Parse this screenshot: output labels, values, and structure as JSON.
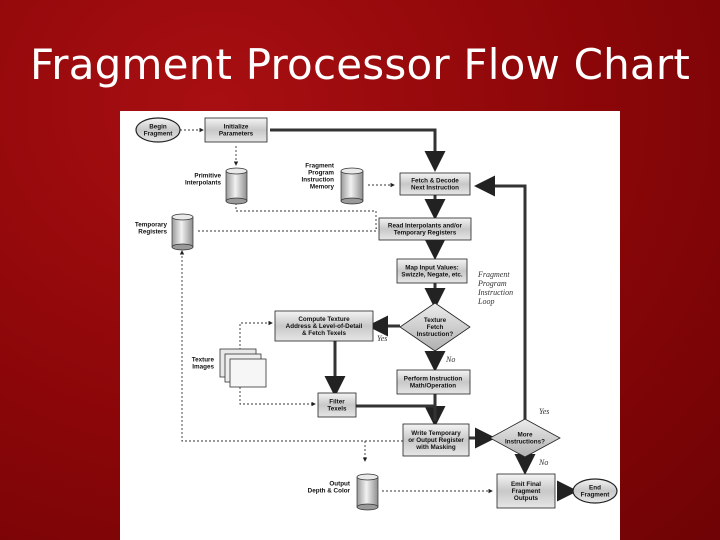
{
  "slide": {
    "title": "Fragment Processor Flow Chart"
  },
  "nodes": {
    "begin": "Begin|Fragment",
    "end": "End|Fragment",
    "initialize": "Initialize|Parameters",
    "primitive": "Primitive|Interpolants",
    "temporary": "Temporary|Registers",
    "program_memory": "Fragment|Program|Instruction|Memory",
    "fetch": "Fetch & Decode|Next Instruction",
    "read": "Read Interpolants and/or|Temporary Registers",
    "map": "Map Input Values:|Swizzle, Negate, etc.",
    "texture_fetch": "Texture|Fetch|Instruction?",
    "compute": "Compute Texture|Address & Level-of-Detail|& Fetch Texels",
    "texture_images": "Texture|Images",
    "filter": "Filter|Texels",
    "perform": "Perform Instruction|Math/Operation",
    "write": "Write Temporary|or Output Register|with Masking",
    "more": "More|Instructions?",
    "output": "Output|Depth & Color",
    "emit": "Emit Final|Fragment|Outputs"
  },
  "annotations": {
    "loop": "Fragment|Program|Instruction|Loop",
    "yes_texture": "Yes",
    "no_texture": "No",
    "yes_more": "Yes",
    "no_more": "No"
  }
}
